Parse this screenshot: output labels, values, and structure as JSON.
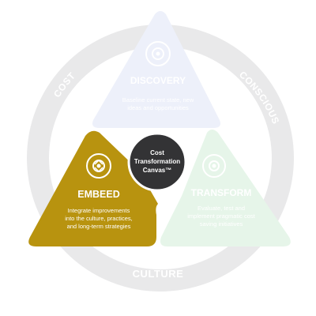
{
  "ring": {
    "labels": {
      "cost": "COST",
      "conscious": "CONSCIOUS",
      "culture": "CULTURE"
    }
  },
  "center": {
    "lines": [
      "Cost",
      "Transformation",
      "Canvas™"
    ]
  },
  "sectors": {
    "discovery": {
      "title": "DISCOVERY",
      "desc": [
        "Baseline current state, new",
        "ideas and opportunities"
      ]
    },
    "embeed": {
      "title": "EMBEED",
      "desc": [
        "Integrate improvements",
        "into the culture, practices,",
        "and long-term strategies"
      ]
    },
    "transform": {
      "title": "TRANSFORM",
      "desc": [
        "Evaluate, test and",
        "implement pragmatic cost",
        "saving initiatives"
      ]
    }
  },
  "colors": {
    "ring": "#E9E9EA",
    "discovery_fill": "#EDF0FA",
    "embeed_fill": "#B8930F",
    "transform_fill": "#E6F5E9",
    "center_fill": "#333335",
    "white": "#FFFFFF",
    "faint_text": "#FFFFFF"
  },
  "icons": {
    "discovery": "gear-cycle-icon",
    "embeed": "gear-cycle-icon",
    "transform": "gear-cycle-icon"
  }
}
